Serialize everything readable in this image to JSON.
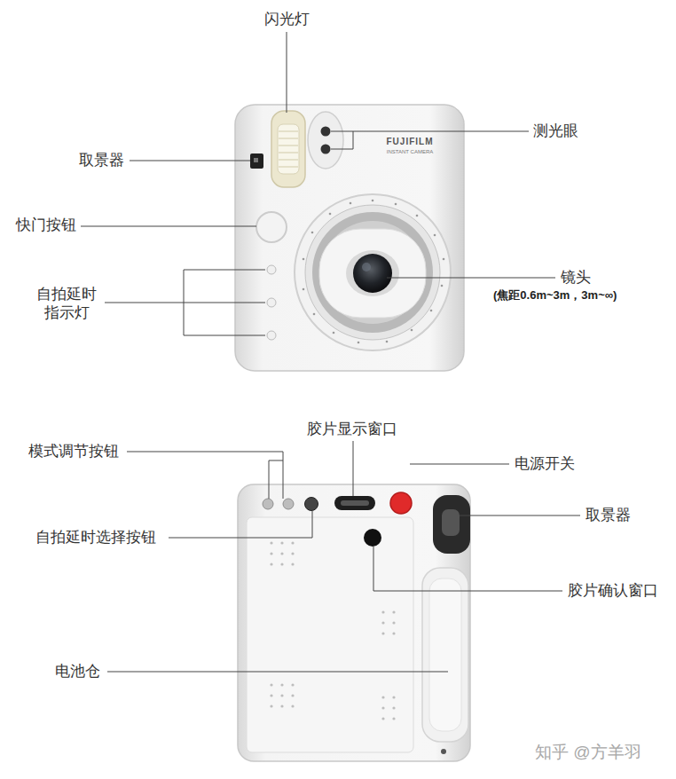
{
  "diagram": {
    "labels": [
      "闪光灯",
      "测光眼",
      "取景器",
      "快门按钮",
      "自拍延时 指示灯",
      "镜头",
      "(焦距0.6m~3m，3m~∞)",
      "FUJIFILM",
      "INSTANT CAMERA",
      "胶片显示窗口",
      "模式调节按钮",
      "电源开关",
      "取景器",
      "自拍延时选择按钮",
      "胶片确认窗口",
      "电池仓",
      "知乎 @方羊羽"
    ]
  }
}
